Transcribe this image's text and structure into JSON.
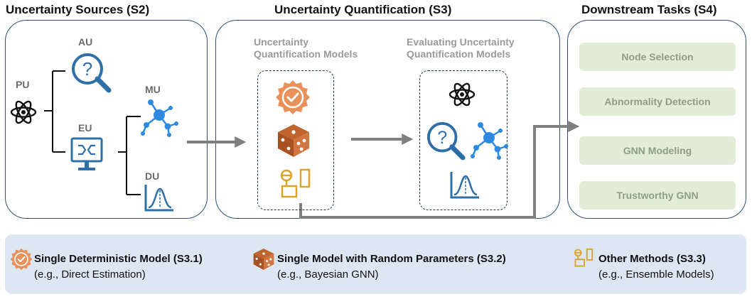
{
  "sections": {
    "sources": {
      "title": "Uncertainty Sources (S2)",
      "labels": {
        "pu": "PU",
        "au": "AU",
        "eu": "EU",
        "mu": "MU",
        "du": "DU"
      }
    },
    "quantification": {
      "title": "Uncertainty Quantification (S3)",
      "models_title_line1": "Uncertainty",
      "models_title_line2": "Quantification Models",
      "eval_title_line1": "Evaluating Uncertainty",
      "eval_title_line2": "Quantification Models"
    },
    "downstream": {
      "title": "Downstream Tasks (S4)",
      "tasks": [
        "Node Selection",
        "Abnormality Detection",
        "GNN Modeling",
        "Trustworthy GNN"
      ]
    }
  },
  "legend": {
    "items": [
      {
        "title": "Single Deterministic Model (S3.1)",
        "example": "(e.g., Direct Estimation)",
        "icon": "badge-check-icon",
        "color": "#e8915a"
      },
      {
        "title": "Single Model with Random Parameters (S3.2)",
        "example": "(e.g., Bayesian GNN)",
        "icon": "dice-icon",
        "color": "#c0652f"
      },
      {
        "title": "Other Methods (S3.3)",
        "example": "(e.g., Ensemble Models)",
        "icon": "ensemble-icon",
        "color": "#d9a428"
      }
    ]
  },
  "colors": {
    "icon_blue": "#2f6fa8",
    "node_blue": "#2d8ae0",
    "arrow_gray": "#7f7f7f",
    "panel_border": "#2f4f7a",
    "task_bg": "#e2ecd6",
    "legend_bg": "#dde7f4"
  }
}
